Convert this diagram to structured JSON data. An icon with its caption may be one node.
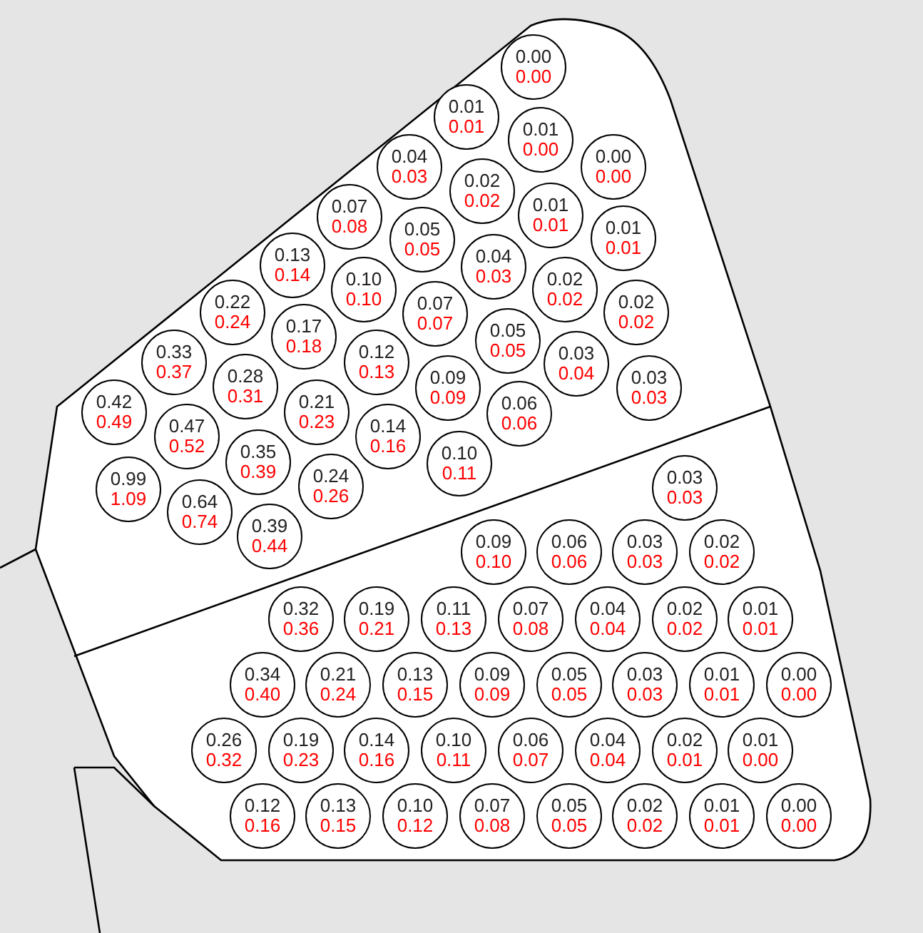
{
  "diagram": {
    "nodes": [
      {
        "text": [
          "0.00",
          "0.00"
        ]
      },
      {
        "text": [
          "0.01",
          "0.01"
        ]
      },
      {
        "text": [
          "0.01",
          "0.00"
        ]
      },
      {
        "text": [
          "0.00",
          "0.00"
        ]
      },
      {
        "text": [
          "0.04",
          "0.03"
        ]
      },
      {
        "text": [
          "0.02",
          "0.02"
        ]
      },
      {
        "text": [
          "0.01",
          "0.01"
        ]
      },
      {
        "text": [
          "0.01",
          "0.01"
        ]
      },
      {
        "text": [
          "0.07",
          "0.08"
        ]
      },
      {
        "text": [
          "0.05",
          "0.05"
        ]
      },
      {
        "text": [
          "0.04",
          "0.03"
        ]
      },
      {
        "text": [
          "0.02",
          "0.02"
        ]
      },
      {
        "text": [
          "0.02",
          "0.02"
        ]
      },
      {
        "text": [
          "0.13",
          "0.14"
        ]
      },
      {
        "text": [
          "0.10",
          "0.10"
        ]
      },
      {
        "text": [
          "0.07",
          "0.07"
        ]
      },
      {
        "text": [
          "0.05",
          "0.05"
        ]
      },
      {
        "text": [
          "0.03",
          "0.04"
        ]
      },
      {
        "text": [
          "0.03",
          "0.03"
        ]
      },
      {
        "text": [
          "0.22",
          "0.24"
        ]
      },
      {
        "text": [
          "0.17",
          "0.18"
        ]
      },
      {
        "text": [
          "0.12",
          "0.13"
        ]
      },
      {
        "text": [
          "0.09",
          "0.09"
        ]
      },
      {
        "text": [
          "0.06",
          "0.06"
        ]
      },
      {
        "text": [
          "0.33",
          "0.37"
        ]
      },
      {
        "text": [
          "0.28",
          "0.31"
        ]
      },
      {
        "text": [
          "0.21",
          "0.23"
        ]
      },
      {
        "text": [
          "0.14",
          "0.16"
        ]
      },
      {
        "text": [
          "0.10",
          "0.11"
        ]
      },
      {
        "text": [
          "0.42",
          "0.49"
        ]
      },
      {
        "text": [
          "0.47",
          "0.52"
        ]
      },
      {
        "text": [
          "0.35",
          "0.39"
        ]
      },
      {
        "text": [
          "0.24",
          "0.26"
        ]
      },
      {
        "text": [
          "0.99",
          "1.09"
        ]
      },
      {
        "text": [
          "0.64",
          "0.74"
        ]
      },
      {
        "text": [
          "0.39",
          "0.44"
        ]
      },
      {
        "text": [
          "0.03",
          "0.03"
        ]
      },
      {
        "text": [
          "0.09",
          "0.10"
        ]
      },
      {
        "text": [
          "0.06",
          "0.06"
        ]
      },
      {
        "text": [
          "0.03",
          "0.03"
        ]
      },
      {
        "text": [
          "0.02",
          "0.02"
        ]
      },
      {
        "text": [
          "0.32",
          "0.36"
        ]
      },
      {
        "text": [
          "0.19",
          "0.21"
        ]
      },
      {
        "text": [
          "0.11",
          "0.13"
        ]
      },
      {
        "text": [
          "0.07",
          "0.08"
        ]
      },
      {
        "text": [
          "0.04",
          "0.04"
        ]
      },
      {
        "text": [
          "0.02",
          "0.02"
        ]
      },
      {
        "text": [
          "0.01",
          "0.01"
        ]
      },
      {
        "text": [
          "0.34",
          "0.40"
        ]
      },
      {
        "text": [
          "0.21",
          "0.24"
        ]
      },
      {
        "text": [
          "0.13",
          "0.15"
        ]
      },
      {
        "text": [
          "0.09",
          "0.09"
        ]
      },
      {
        "text": [
          "0.05",
          "0.05"
        ]
      },
      {
        "text": [
          "0.03",
          "0.03"
        ]
      },
      {
        "text": [
          "0.01",
          "0.01"
        ]
      },
      {
        "text": [
          "0.00",
          "0.00"
        ]
      },
      {
        "text": [
          "0.26",
          "0.32"
        ]
      },
      {
        "text": [
          "0.19",
          "0.23"
        ]
      },
      {
        "text": [
          "0.14",
          "0.16"
        ]
      },
      {
        "text": [
          "0.10",
          "0.11"
        ]
      },
      {
        "text": [
          "0.06",
          "0.07"
        ]
      },
      {
        "text": [
          "0.04",
          "0.04"
        ]
      },
      {
        "text": [
          "0.02",
          "0.01"
        ]
      },
      {
        "text": [
          "0.01",
          "0.00"
        ]
      },
      {
        "text": [
          "0.12",
          "0.16"
        ]
      },
      {
        "text": [
          "0.13",
          "0.15"
        ]
      },
      {
        "text": [
          "0.10",
          "0.12"
        ]
      },
      {
        "text": [
          "0.07",
          "0.08"
        ]
      },
      {
        "text": [
          "0.05",
          "0.05"
        ]
      },
      {
        "text": [
          "0.02",
          "0.02"
        ]
      },
      {
        "text": [
          "0.01",
          "0.01"
        ]
      },
      {
        "text": [
          "0.00",
          "0.00"
        ]
      }
    ]
  }
}
